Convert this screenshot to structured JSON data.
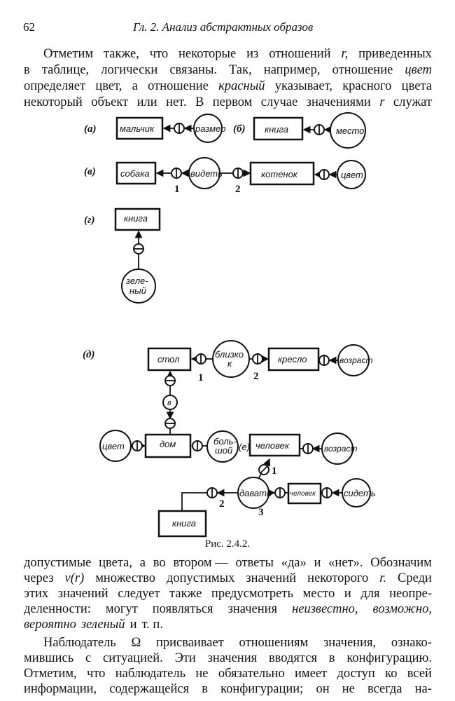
{
  "header": {
    "page_number": "62",
    "running_title": "Гл. 2. Анализ абстрактных образов"
  },
  "top_lines": [
    [
      [
        "Отметим",
        0
      ],
      [
        "также,",
        0
      ],
      [
        "что",
        0
      ],
      [
        "некоторые",
        0
      ],
      [
        "из",
        0
      ],
      [
        "отношений",
        0
      ],
      [
        "r,",
        1
      ],
      [
        "приведенных",
        0
      ]
    ],
    [
      [
        "в",
        0
      ],
      [
        "таблице,",
        0
      ],
      [
        "логически",
        0
      ],
      [
        "связаны.",
        0
      ],
      [
        "Так,",
        0
      ],
      [
        "например,",
        0
      ],
      [
        "отношение",
        0
      ],
      [
        "цвет",
        1
      ]
    ],
    [
      [
        "определяет",
        0
      ],
      [
        "цвет,",
        0
      ],
      [
        "а",
        0
      ],
      [
        "отношение",
        0
      ],
      [
        "красный",
        1
      ],
      [
        "указывает,",
        0
      ],
      [
        "красного",
        0
      ],
      [
        "цвета",
        0
      ]
    ],
    [
      [
        "некоторый",
        0
      ],
      [
        "объект",
        0
      ],
      [
        "или",
        0
      ],
      [
        "нет.",
        0
      ],
      [
        "В",
        0
      ],
      [
        "первом",
        0
      ],
      [
        "случае",
        0
      ],
      [
        "значениями",
        0
      ],
      [
        "r",
        1
      ],
      [
        "служат",
        0
      ]
    ]
  ],
  "figure": {
    "caption": "Рис. 2.4.2.",
    "labels": {
      "a": "(а)",
      "b": "(б)",
      "v": "(в)",
      "g": "(г)",
      "d": "(д)",
      "e": "(е)"
    },
    "a": {
      "box": "мальчик",
      "circle": "размер"
    },
    "b": {
      "box": "книга",
      "circle": "место"
    },
    "v": {
      "box1": "собака",
      "circle1": "видеть",
      "box2": "котенок",
      "circle2": "цвет",
      "n1": "1",
      "n2": "2"
    },
    "g": {
      "box": "книга",
      "circle_l1": "зеле-",
      "circle_l2": "ный"
    },
    "d": {
      "stol": "стол",
      "blizko_l1": "близко",
      "blizko_l2": "к",
      "kreslo": "кресло",
      "vozrast1": "возраст",
      "v": "в",
      "dom": "дом",
      "cvet": "цвет",
      "bolshoi_l1": "боль-",
      "bolshoi_l2": "шой",
      "chelovek1": "человек",
      "vozrast2": "возраст",
      "davat": "давать",
      "chelovek2": "человек",
      "sidet": "сидеть",
      "kniga": "книга",
      "n1": "1",
      "n2": "2",
      "n1b": "1",
      "n2b": "2",
      "n3": "3"
    }
  },
  "bottom_lines": [
    [
      [
        "допустимые",
        0
      ],
      [
        "цвета,",
        0
      ],
      [
        "а",
        0
      ],
      [
        "во",
        0
      ],
      [
        "втором —",
        0
      ],
      [
        "ответы",
        0
      ],
      [
        "«да»",
        0
      ],
      [
        "и",
        0
      ],
      [
        "«нет».",
        0
      ],
      [
        "Обозначим",
        0
      ]
    ],
    [
      [
        "через",
        0
      ],
      [
        "v(r)",
        1
      ],
      [
        "множество",
        0
      ],
      [
        "допустимых",
        0
      ],
      [
        "значений",
        0
      ],
      [
        "некоторого",
        0
      ],
      [
        "r.",
        1
      ],
      [
        "Среди",
        0
      ]
    ],
    [
      [
        "этих",
        0
      ],
      [
        "значений",
        0
      ],
      [
        "следует",
        0
      ],
      [
        "также",
        0
      ],
      [
        "предусмотреть",
        0
      ],
      [
        "место",
        0
      ],
      [
        "и",
        0
      ],
      [
        "для",
        0
      ],
      [
        "неопре-",
        0
      ]
    ],
    [
      [
        "деленности:",
        0
      ],
      [
        "могут",
        0
      ],
      [
        "появляться",
        0
      ],
      [
        "значения",
        0
      ],
      [
        "неизвестно,",
        1
      ],
      [
        "возможно,",
        1
      ]
    ],
    [
      [
        "вероятно",
        1
      ],
      [
        "зеленый",
        1
      ],
      [
        "и",
        0
      ],
      [
        "т. п.",
        0
      ]
    ],
    [
      [
        "Наблюдатель",
        0
      ],
      [
        "Ω",
        0
      ],
      [
        "присваивает",
        0
      ],
      [
        "отношениям",
        0
      ],
      [
        "значения,",
        0
      ],
      [
        "ознако-",
        0
      ]
    ],
    [
      [
        "мившись",
        0
      ],
      [
        "с",
        0
      ],
      [
        "ситуацией.",
        0
      ],
      [
        "Эти",
        0
      ],
      [
        "значения",
        0
      ],
      [
        "вводятся",
        0
      ],
      [
        "в",
        0
      ],
      [
        "конфигурацию.",
        0
      ]
    ],
    [
      [
        "Отметим,",
        0
      ],
      [
        "что",
        0
      ],
      [
        "наблюдатель",
        0
      ],
      [
        "не",
        0
      ],
      [
        "обязательно",
        0
      ],
      [
        "имеет",
        0
      ],
      [
        "доступ",
        0
      ],
      [
        "ко",
        0
      ],
      [
        "всей",
        0
      ]
    ],
    [
      [
        "информации,",
        0
      ],
      [
        "содержащейся",
        0
      ],
      [
        "в",
        0
      ],
      [
        "конфигурации;",
        0
      ],
      [
        "он",
        0
      ],
      [
        "не",
        0
      ],
      [
        "всегда",
        0
      ],
      [
        "на-",
        0
      ]
    ]
  ]
}
